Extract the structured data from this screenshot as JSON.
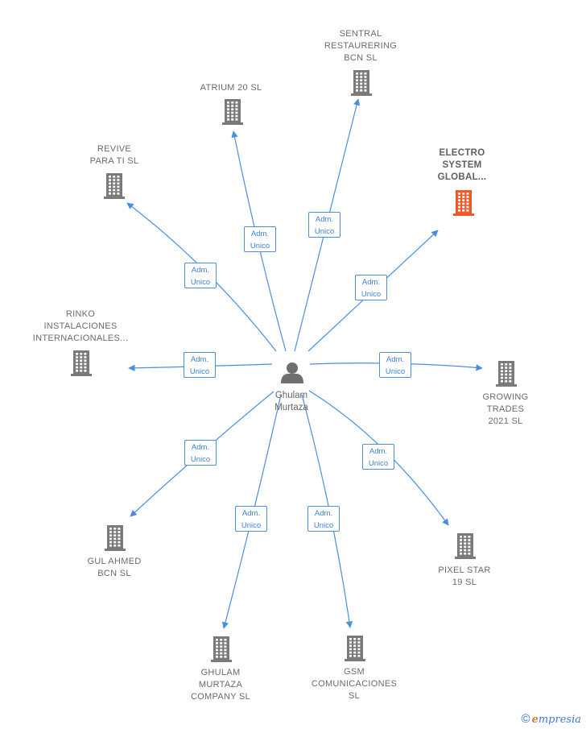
{
  "center": {
    "name": "Ghulam\nMurtaza"
  },
  "nodes": [
    {
      "id": "sentral",
      "label": "SENTRAL\nRESTAURERING\nBCN  SL",
      "highlight": false
    },
    {
      "id": "atrium",
      "label": "ATRIUM 20  SL",
      "highlight": false
    },
    {
      "id": "electro",
      "label": "ELECTRO\nSYSTEM\nGLOBAL...",
      "highlight": true
    },
    {
      "id": "revive",
      "label": "REVIVE\nPARA TI  SL",
      "highlight": false
    },
    {
      "id": "rinko",
      "label": "RINKO\nINSTALACIONES\nINTERNACIONALES...",
      "highlight": false
    },
    {
      "id": "growing",
      "label": "GROWING\nTRADES\n2021  SL",
      "highlight": false
    },
    {
      "id": "gulahmed",
      "label": "GUL AHMED\nBCN  SL",
      "highlight": false
    },
    {
      "id": "pixel",
      "label": "PIXEL STAR\n19  SL",
      "highlight": false
    },
    {
      "id": "ghulamco",
      "label": "GHULAM\nMURTAZA\nCOMPANY  SL",
      "highlight": false
    },
    {
      "id": "gsm",
      "label": "GSM\nCOMUNICACIONES\nSL",
      "highlight": false
    }
  ],
  "relation": {
    "line1": "Adm.",
    "line2": "Unico"
  },
  "colors": {
    "edge": "#4a8fdc",
    "building": "#7a7a7a",
    "building_highlight": "#f0592a",
    "person": "#6f6f6f"
  },
  "footer": {
    "copyright": "©",
    "brand_initial": "e",
    "brand_rest": "mpresia"
  }
}
